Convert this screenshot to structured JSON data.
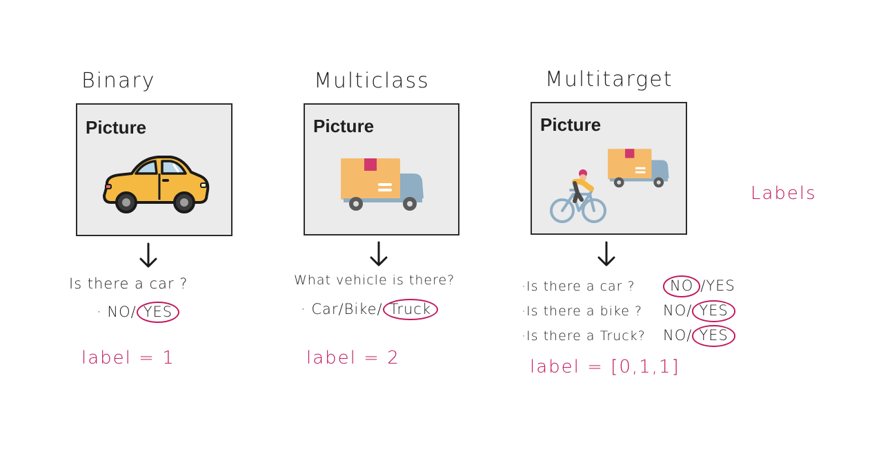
{
  "columns": [
    {
      "title": "Binary",
      "picture_title": "Picture",
      "question": "Is there a car ?",
      "options": {
        "prefix": "·",
        "a": "NO",
        "sep": "/",
        "b": "YES",
        "selected": "YES"
      },
      "label": "label = 1"
    },
    {
      "title": "Multiclass",
      "picture_title": "Picture",
      "question": "What vehicle is there?",
      "options": {
        "prefix": "·",
        "a": "Car",
        "sep1": "/",
        "b": "Bike",
        "sep2": "/",
        "c": "Truck",
        "selected": "Truck"
      },
      "label": "label = 2"
    },
    {
      "title": "Multitarget",
      "picture_title": "Picture",
      "questions": [
        {
          "q": "·Is there a car ?",
          "no": "NO",
          "sep": "/",
          "yes": "YES",
          "selected": "NO"
        },
        {
          "q": "·Is there a bike ?",
          "no": "NO",
          "sep": "/",
          "yes": "YES",
          "selected": "YES"
        },
        {
          "q": "·Is there a Truck?",
          "no": "NO",
          "sep": "/",
          "yes": "YES",
          "selected": "YES"
        }
      ],
      "label": "label = [0,1,1]"
    }
  ],
  "side_label": "Labels",
  "colors": {
    "accent": "#c2185b",
    "panel_bg": "#ebebeb",
    "car_body": "#f5b942",
    "truck_box": "#f5bb6b",
    "truck_cab": "#8faec4"
  },
  "icons": [
    "car-icon",
    "truck-icon",
    "bicycle-rider-icon",
    "down-arrow-icon"
  ]
}
